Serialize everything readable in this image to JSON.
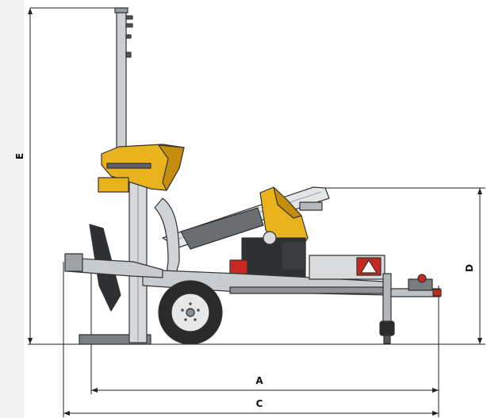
{
  "dimensions": {
    "a": "A",
    "c": "C",
    "d": "D",
    "e": "E"
  },
  "colors": {
    "frame_yellow": "#e8b31c",
    "frame_yellow_dark": "#c48e0c",
    "steel_grey": "#cfd2d4",
    "steel_dark": "#5c6063",
    "tyre": "#2a2a2a",
    "reflector_red": "#c8281e",
    "dimension_line": "#222222"
  },
  "icons": {
    "machine": "log-splitter-trailer-side-view"
  }
}
